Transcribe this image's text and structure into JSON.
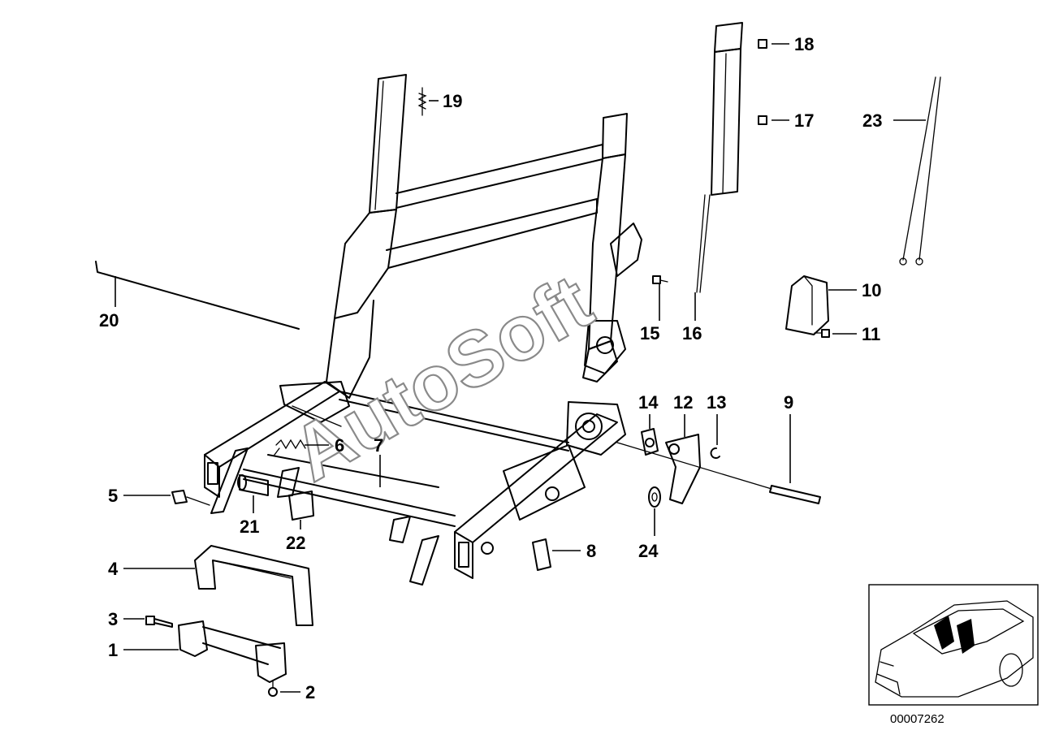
{
  "watermark": "AutoSoft",
  "reference_number": "00007262",
  "callouts": [
    {
      "id": "c1",
      "label": "1"
    },
    {
      "id": "c2",
      "label": "2"
    },
    {
      "id": "c3",
      "label": "3"
    },
    {
      "id": "c4",
      "label": "4"
    },
    {
      "id": "c5",
      "label": "5"
    },
    {
      "id": "c6",
      "label": "6"
    },
    {
      "id": "c7",
      "label": "7"
    },
    {
      "id": "c8",
      "label": "8"
    },
    {
      "id": "c9",
      "label": "9"
    },
    {
      "id": "c10",
      "label": "10"
    },
    {
      "id": "c11",
      "label": "11"
    },
    {
      "id": "c12",
      "label": "12"
    },
    {
      "id": "c13",
      "label": "13"
    },
    {
      "id": "c14",
      "label": "14"
    },
    {
      "id": "c15",
      "label": "15"
    },
    {
      "id": "c16",
      "label": "16"
    },
    {
      "id": "c17",
      "label": "17"
    },
    {
      "id": "c18",
      "label": "18"
    },
    {
      "id": "c19",
      "label": "19"
    },
    {
      "id": "c20",
      "label": "20"
    },
    {
      "id": "c21",
      "label": "21"
    },
    {
      "id": "c22",
      "label": "22"
    },
    {
      "id": "c23",
      "label": "23"
    },
    {
      "id": "c24",
      "label": "24"
    }
  ]
}
